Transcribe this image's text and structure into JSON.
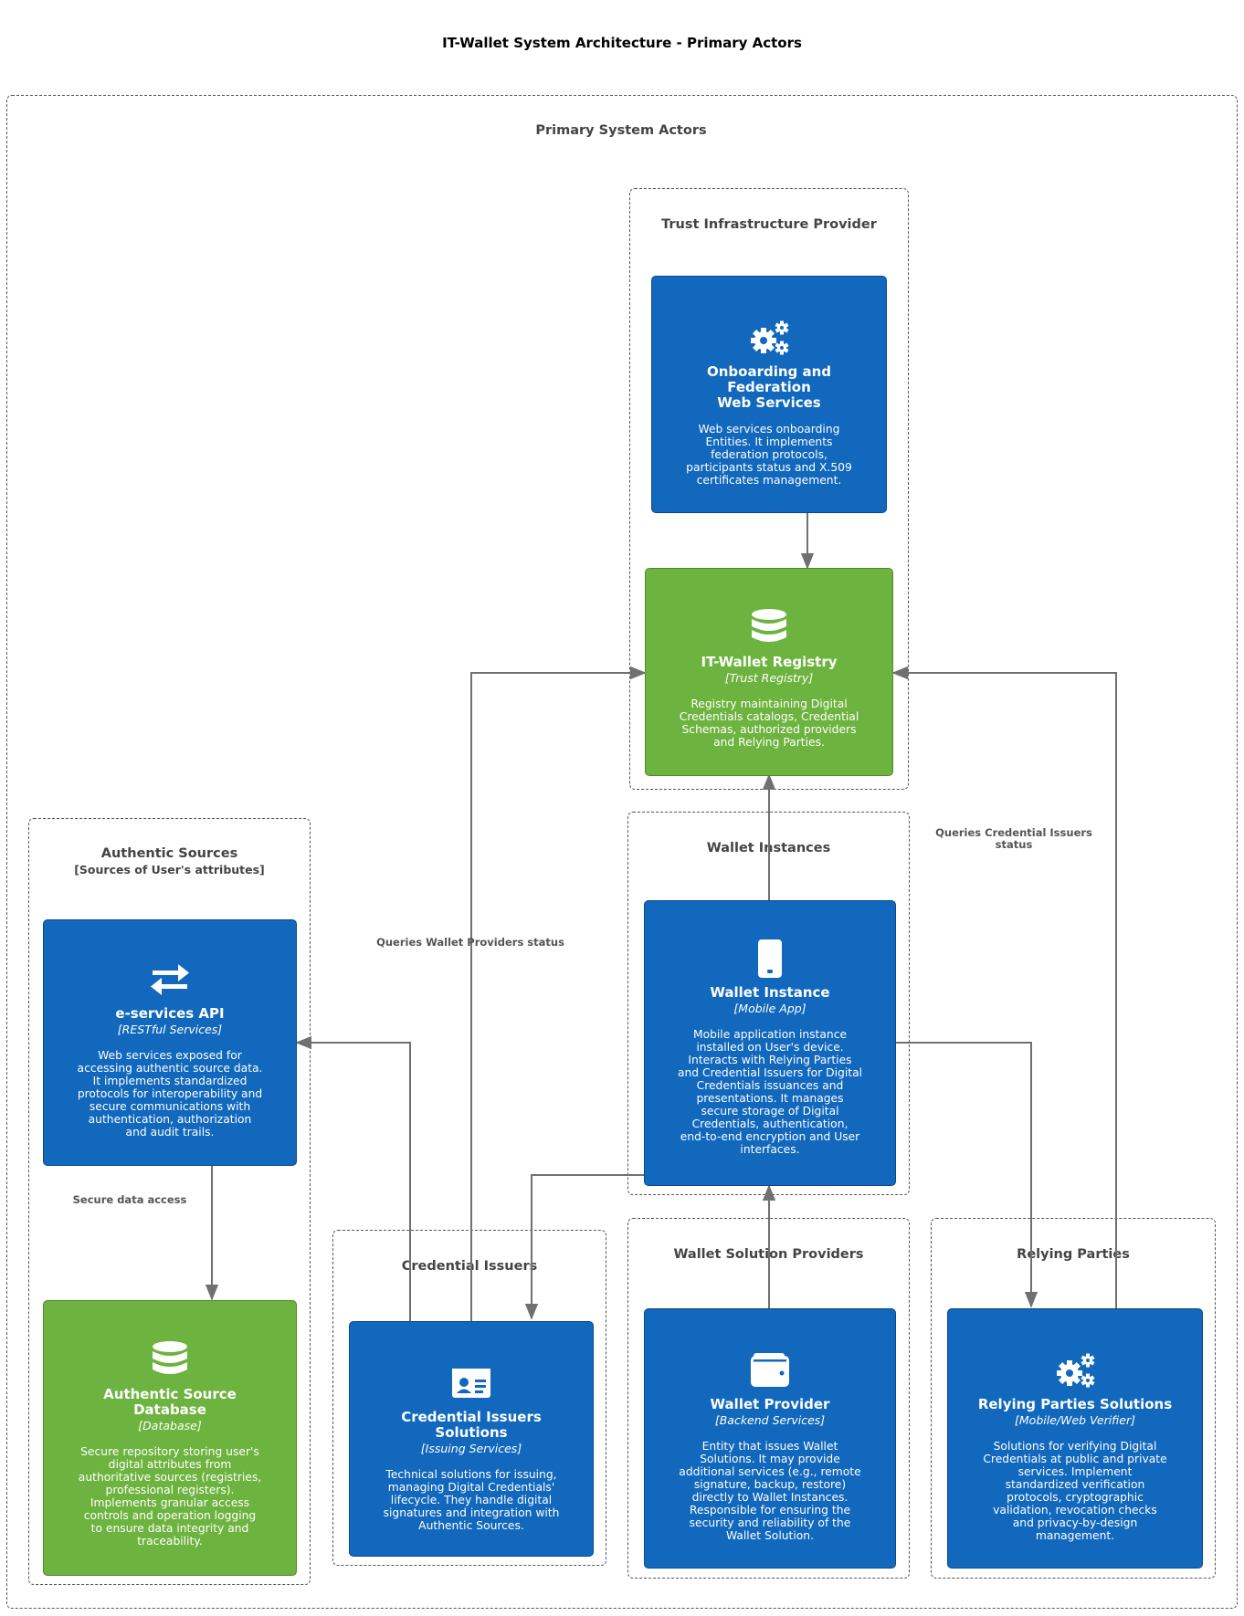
{
  "title": "IT-Wallet System Architecture - Primary Actors",
  "boundaries": {
    "primary": "Primary System Actors",
    "trust": "Trust Infrastructure Provider",
    "authentic": "Authentic Sources",
    "authentic_sub": "[Sources of User's attributes]",
    "wallet_instances": "Wallet Instances",
    "credential_issuers": "Credential Issuers",
    "wallet_providers": "Wallet Solution Providers",
    "relying_parties": "Relying Parties"
  },
  "nodes": {
    "onboarding": {
      "name": "Onboarding and\nFederation\nWeb Services",
      "desc": "Web services onboarding\nEntities. It implements\nfederation protocols,\nparticipants status and X.509\ncertificates management.",
      "icon": "gears-icon"
    },
    "registry": {
      "name": "IT-Wallet Registry",
      "tech": "[Trust Registry]",
      "desc": "Registry maintaining Digital\nCredentials catalogs, Credential\nSchemas, authorized providers\nand Relying Parties.",
      "icon": "database-icon"
    },
    "eservices": {
      "name": "e-services API",
      "tech": "[RESTful Services]",
      "desc": "Web services exposed for\naccessing authentic source data.\nIt implements standardized\nprotocols for interoperability and\nsecure communications with\nauthentication, authorization\nand audit trails.",
      "icon": "exchange-icon"
    },
    "authdb": {
      "name": "Authentic Source\nDatabase",
      "tech": "[Database]",
      "desc": "Secure repository storing user's\ndigital attributes from\nauthoritative sources (registries,\nprofessional registers).\nImplements granular access\ncontrols and operation logging\nto ensure data integrity and\ntraceability.",
      "icon": "database-icon"
    },
    "wallet_instance": {
      "name": "Wallet Instance",
      "tech": "[Mobile App]",
      "desc": "Mobile application instance\ninstalled on User's device.\nInteracts with Relying Parties\nand Credential Issuers for Digital\nCredentials issuances and\npresentations. It manages\nsecure storage of Digital\nCredentials, authentication,\nend-to-end encryption and User\ninterfaces.",
      "icon": "mobile-icon"
    },
    "credential_issuers": {
      "name": "Credential Issuers\nSolutions",
      "tech": "[Issuing Services]",
      "desc": "Technical solutions for issuing,\nmanaging Digital Credentials'\nlifecycle. They handle digital\nsignatures and integration with\nAuthentic Sources.",
      "icon": "id-card-icon"
    },
    "wallet_provider": {
      "name": "Wallet Provider",
      "tech": "[Backend Services]",
      "desc": "Entity that issues Wallet\nSolutions. It may provide\nadditional services (e.g., remote\nsignature, backup, restore)\ndirectly to Wallet Instances.\nResponsible for ensuring the\nsecurity and reliability of the\nWallet Solution.",
      "icon": "wallet-icon"
    },
    "relying_parties": {
      "name": "Relying Parties Solutions",
      "tech": "[Mobile/Web Verifier]",
      "desc": "Solutions for verifying Digital\nCredentials at public and private\nservices. Implement\nstandardized verification\nprotocols, cryptographic\nvalidation, revocation checks\nand privacy-by-design\nmanagement.",
      "icon": "gears-icon"
    }
  },
  "relations": {
    "queries_issuers": "Queries Credential Issuers\nstatus",
    "queries_wallet_providers": "Queries Wallet Providers status",
    "secure_data": "Secure data access"
  }
}
